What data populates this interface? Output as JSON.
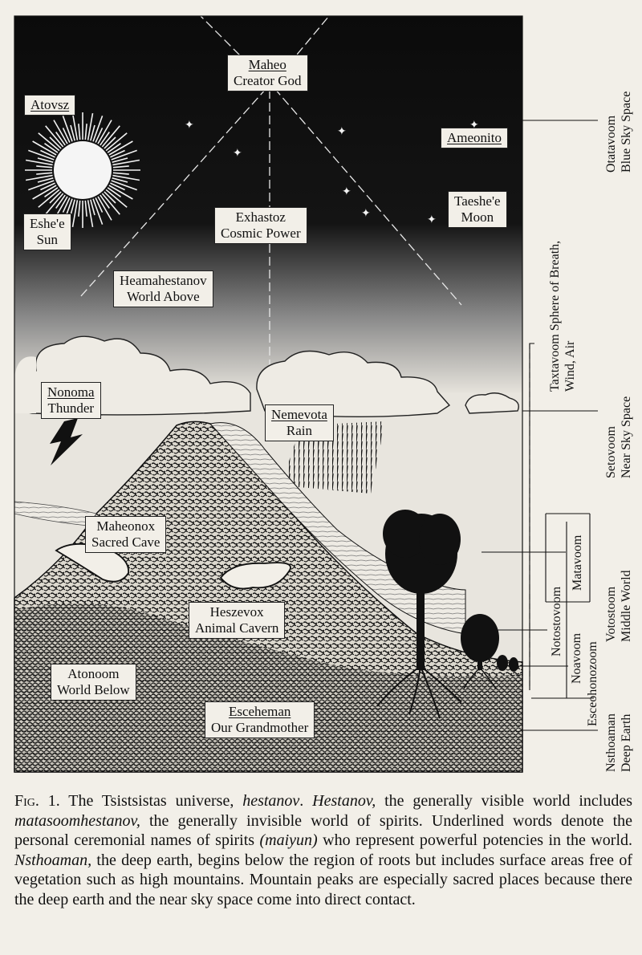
{
  "figure": {
    "labels": {
      "maheo": {
        "name": "Maheo",
        "desc": "Creator God"
      },
      "atovsz": {
        "name": "Atovsz"
      },
      "eshe": {
        "desc1": "Eshe'e",
        "desc2": "Sun"
      },
      "ameonito": {
        "name": "Ameonito"
      },
      "taeshe": {
        "desc1": "Taeshe'e",
        "desc2": "Moon"
      },
      "exhastoz": {
        "desc1": "Exhastoz",
        "desc2": "Cosmic Power"
      },
      "heamahestanov": {
        "desc1": "Heamahestanov",
        "desc2": "World Above"
      },
      "nonoma": {
        "name": "Nonoma",
        "desc": "Thunder"
      },
      "nemevota": {
        "name": "Nemevota",
        "desc": "Rain"
      },
      "maheonox": {
        "desc1": "Maheonox",
        "desc2": "Sacred Cave"
      },
      "heszevox": {
        "desc1": "Heszevox",
        "desc2": "Animal Cavern"
      },
      "atonoom": {
        "desc1": "Atonoom",
        "desc2": "World Below"
      },
      "esceheman": {
        "name": "Esceheman",
        "desc": "Our Grandmother"
      }
    },
    "side_labels": {
      "otatavoom": {
        "line1": "Otatavoom",
        "line2": "Blue Sky Space"
      },
      "taxtavoom": {
        "line1": "Taxtavoom Sphere of Breath,",
        "line2": "Wind, Air"
      },
      "setovoom": {
        "line1": "Setovoom",
        "line2": "Near Sky Space"
      },
      "notostovoom": {
        "line1": "Notostovoom"
      },
      "matavoom": {
        "line1": "Matavoom"
      },
      "noavoom": {
        "line1": "Noavoom"
      },
      "votostoom": {
        "line1": "Votostoom",
        "line2": "Middle World"
      },
      "esceohonozoom": {
        "line1": "Esceohonozoom"
      },
      "nsthoaman": {
        "line1": "Nsthoaman",
        "line2": "Deep Earth"
      }
    }
  },
  "caption": {
    "fig": "Fig. 1.",
    "t1": " The Tsistsistas universe, ",
    "i1": "hestanov",
    "t2": ". ",
    "i2": "Hestanov,",
    "t3": " the generally visible world includes ",
    "i3": "matasoomhestanov,",
    "t4": " the generally invisible world of spirits. Underlined words denote the personal ceremonial names of spirits ",
    "i4": "(maiyun)",
    "t5": " who represent powerful potencies in the world. ",
    "i5": "Nsthoaman,",
    "t6": " the deep earth, begins below the region of roots but includes surface areas free of vegetation such as high mountains. Mountain peaks are especially sacred places because there the deep earth and the near sky space come into direct contact."
  }
}
